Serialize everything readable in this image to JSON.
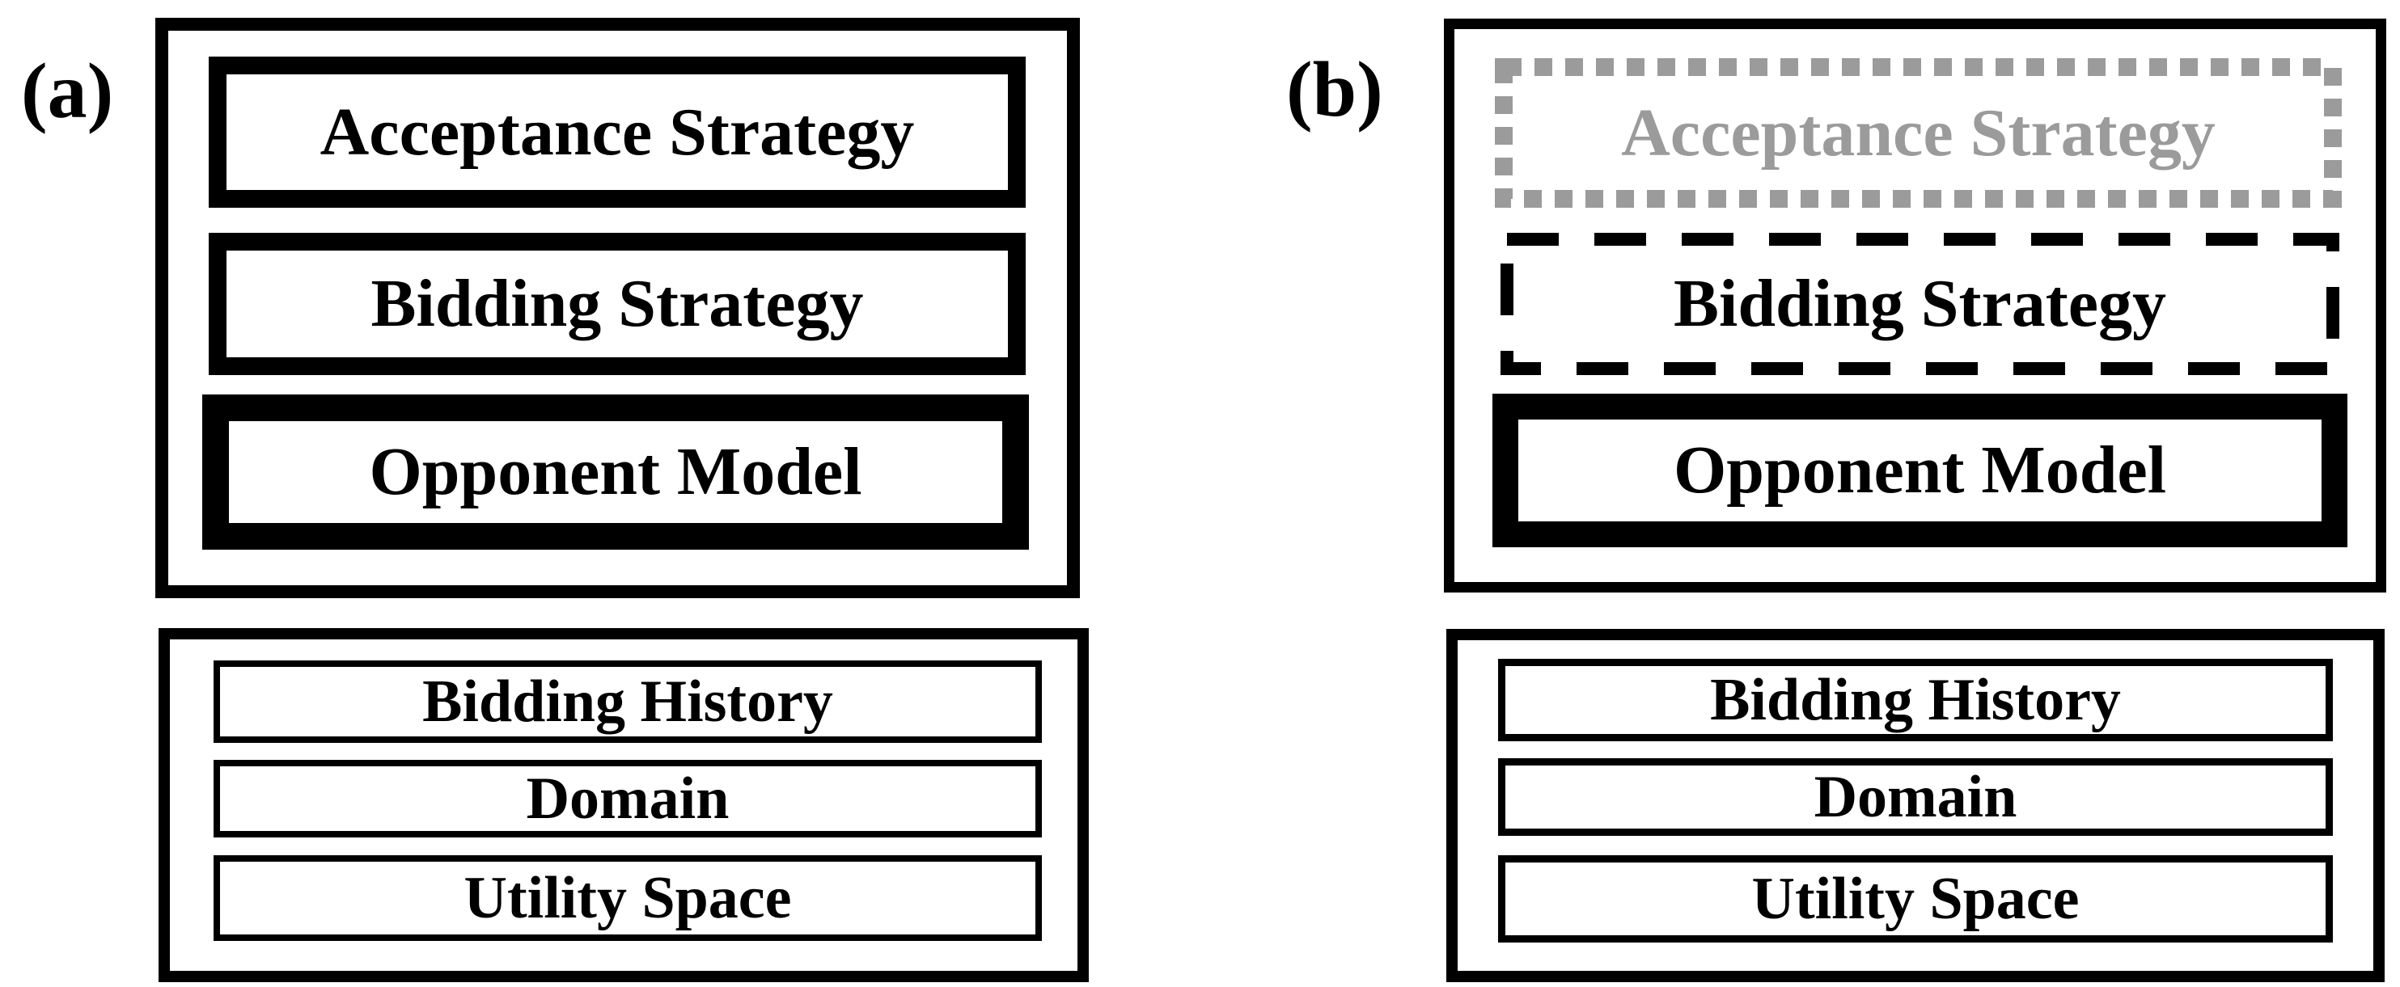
{
  "figure": {
    "colors": {
      "line": "#000000",
      "inactive_gray": "#9b9b9b"
    },
    "panel_a": {
      "label": "(a)",
      "agent_stack": {
        "acceptance_strategy": "Acceptance Strategy",
        "bidding_strategy": "Bidding Strategy",
        "opponent_model": "Opponent Model"
      },
      "environment_stack": {
        "bidding_history": "Bidding History",
        "domain": "Domain",
        "utility_space": "Utility Space"
      }
    },
    "panel_b": {
      "label": "(b)",
      "agent_stack": {
        "acceptance_strategy": "Acceptance Strategy",
        "acceptance_strategy_style": "gray dotted outline, gray text (inactive)",
        "bidding_strategy": "Bidding Strategy",
        "bidding_strategy_style": "black dashed outline",
        "opponent_model": "Opponent Model",
        "opponent_model_style": "extra-thick solid outline (emphasized)"
      },
      "environment_stack": {
        "bidding_history": "Bidding History",
        "domain": "Domain",
        "utility_space": "Utility Space"
      }
    }
  }
}
